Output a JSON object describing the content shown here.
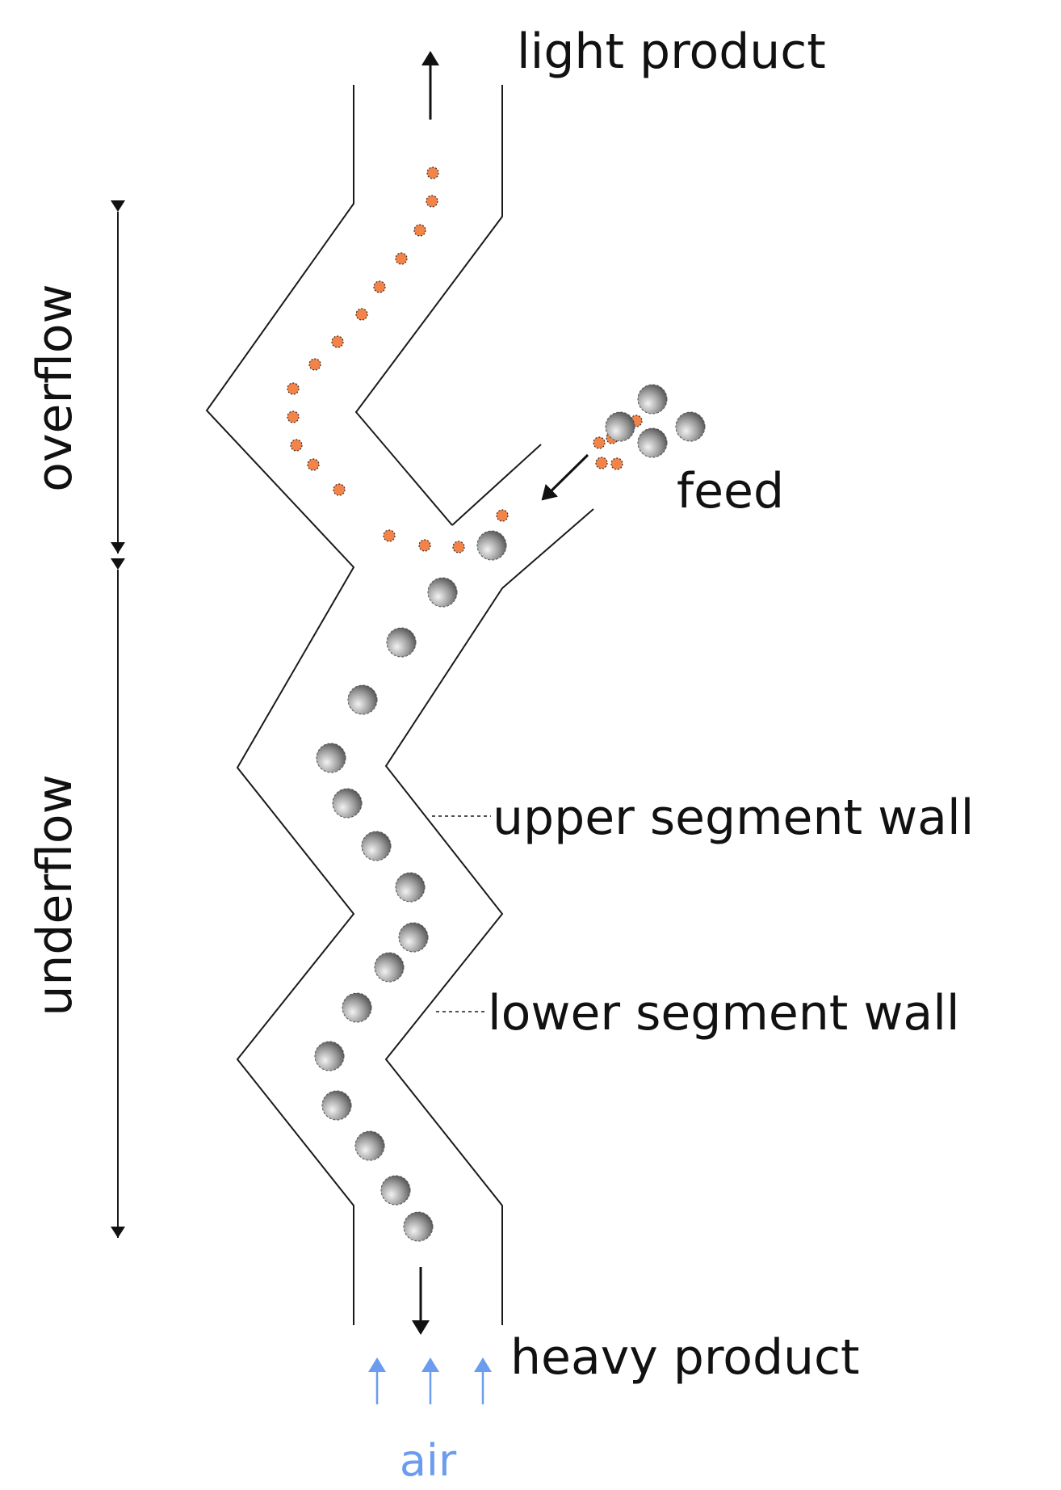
{
  "labels": {
    "light_product": "light product",
    "feed": "feed",
    "upper_segment_wall": "upper segment wall",
    "lower_segment_wall": "lower segment wall",
    "heavy_product": "heavy product",
    "air": "air",
    "overflow": "overflow",
    "underflow": "underflow"
  },
  "colors": {
    "light_particle": "#f2844a",
    "heavy_particle_light": "#eeeeee",
    "heavy_particle_dark": "#555555",
    "air": "#6b9cf0",
    "wall": "#1a1a1a"
  }
}
